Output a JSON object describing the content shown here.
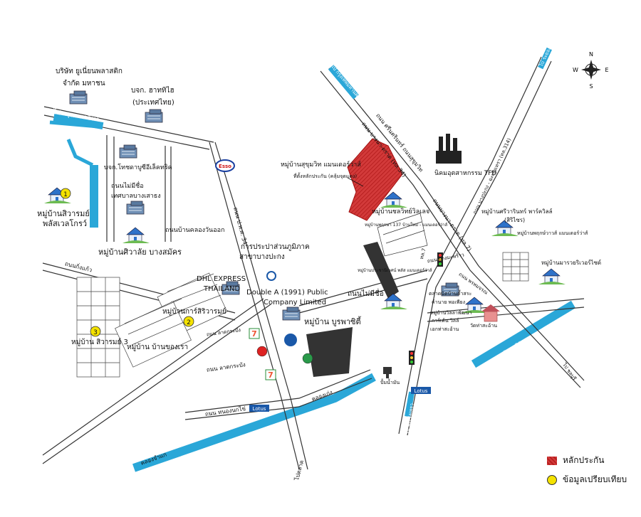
{
  "labels": {
    "company_unique_1": "บริษัท ยูเนี่ยนพลาสติก",
    "company_unique_2": "จำกัด มหาชน",
    "company_hattori_1": "บจก. ฮาททิไฮ",
    "company_hattori_2": "(ประเทศไทย)",
    "road_krungthep_kritha": "ไป กรุงเทพกรีฑา",
    "company_toyota": "บจก.โทชดาบูซีอีเล็คทริค",
    "road_nameless_1": "ถนนไม่มีชื่อ",
    "municipality": "เทศบาลบางเสาธง",
    "village_srisuwan_1": "หมู่บ้านสิวารมย์",
    "village_srisuwan_2": "พลัสเวลโกรว์",
    "road_khlong_wan_ok": "ถนนบ้านคลองวันออก",
    "village_siwalai": "หมู่บ้านศิวาลัย บางสมัคร",
    "road_king_kaeo": "ถนนกิ่งแก้ว",
    "road_phraya_a": "ถนน ป.พ.ศ. 34",
    "dhl_1": "DHL EXPRESS",
    "dhl_2": "THAILAND",
    "village_karnsiri": "หมู่บ้านการ์สิริวารมย์",
    "village_siwarom3": "หมู่บ้าน สิวารมย์ 3",
    "village_banchongrao": "หมู่บ้าน บ้านของเรา",
    "road_lat_krabang_left": "ถนน ลาดกระบัง",
    "road_phraya_b": "ถนน หนองนกไข่",
    "khlong_kheng": "คลองเก่ง",
    "khlong_kheng_2": "คลองจำแก",
    "road_to_samut": "ไปตลาด",
    "pea": "การประปาส่วนภูมิภาค",
    "pea_2": "สาขาบางปะกง",
    "double_a_1": "Double A (1991) Public",
    "double_a_2": "Company Limited",
    "village_burapha": "หมู่บ้าน บูรพาซิตี้",
    "village_sukhumvit": "หมู่บ้านสุขุมวิท แมนเดอร์ว่าส์",
    "village_sukhumvit_2": "ที่ตั้งหลักประกัน (คลุ้มจุดแดง)",
    "road_srinakarin": "ถนน ศรีนครินทร์ ถนนสุขุมวิท",
    "road_bangna_trad": "ถนน บางนา-ตราด (ทล.34)",
    "estate_tfd": "นิคมอุตสาหกรรม TFD",
    "village_chonvit": "หมู่บ้านชลวิทย์วิลเลจ",
    "village_pruksa": "หมู่บ้านพฤกษา 137 บ้านใหม่ - แมนเดอร์ว่าส์",
    "village_prachaniwet": "หมู่บ้านประชานิเวศน์ พลัส แมนเดอร์ว่าส์",
    "road_nameless_2": "ถนนไม่มีชื่อ",
    "road_bangna_trad_2": "ถนนบางนา-ตราด (ทล.7)",
    "village_sriwarin": "หมู่บ้านศรีวารินทร์ พาร์ควิลล์",
    "village_sriwarin_2": "(สิริไซร)",
    "village_supamas": "หมู่บ้านพฤกษ์วาวส์ แมนเดอร์ว่าส์",
    "village_manorom": "หมู่บ้านมารวยริเวอร์ไซด์",
    "market_1": "ตลาดนัดบ้านค้ำสระ",
    "market_2": "ค้านาย พอเพียง",
    "village_kamnan": "หมู่บ้านวิลล่าพัฒนา",
    "village_kamnan_2": "การ์เด้น วิลล์",
    "temple": "วัดท่าสะอ้าน",
    "temple_2": "เอกท่าสะอ้าน",
    "road_bangna_right": "ถนน พรหมจรณ",
    "khlong_right": "คลองปักบางไม้",
    "road_to_rayong": "ไป ชลบุรี",
    "road_to_chon": "ไป ระยอง",
    "road_to_bangna": "ไป กรุงเทพมหานคร",
    "road_lat_krabang_mid": "ถนน ลาดกระบัง",
    "road_bangpakong": "ถนน บางปะกง - ฉะเชิงเทรา (ทล.314)",
    "road_to_bang": "ไป ฉะเชิงเทรา",
    "road_i7": "ทล.7",
    "road_bangmaphrao": "ถนน บางมะพร้าว",
    "water_tank": "ปั้มน้ำมัน",
    "compass_n": "N",
    "compass_s": "S",
    "compass_e": "E",
    "compass_w": "W",
    "esso": "Esso",
    "lotus_1": "Lotus",
    "lotus_2": "Lotus",
    "marker_1": "1",
    "marker_2": "2",
    "marker_3": "3"
  },
  "legend": {
    "collateral": "หลักประกัน",
    "comparison": "ข้อมูลเปรียบเทียบ"
  },
  "colors": {
    "collateral": "#d23a3a",
    "canal": "#2aa7d8",
    "marker": "#f4e200"
  }
}
